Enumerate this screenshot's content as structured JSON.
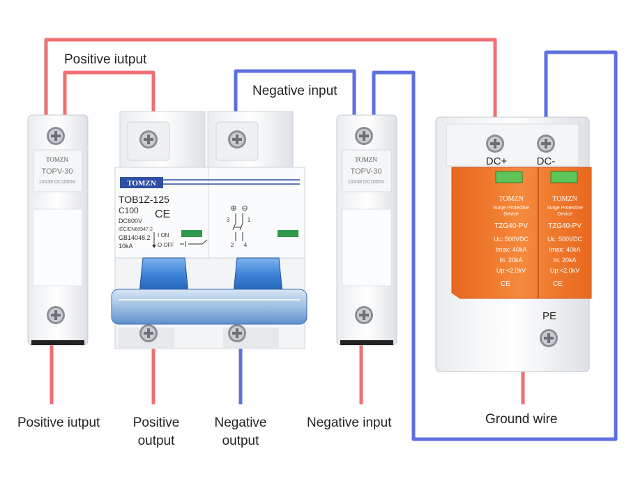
{
  "labels": {
    "top_positive_output": "Positive iutput",
    "top_negative_input": "Negative input",
    "bottom_positive_iutput": "Positive iutput",
    "bottom_positive_output_1": "Positive",
    "bottom_positive_output_2": "output",
    "bottom_negative_output_1": "Negative",
    "bottom_negative_output_2": "output",
    "bottom_negative_input": "Negative input",
    "ground_wire": "Ground wire"
  },
  "fuse_left": {
    "brand": "TOMZN",
    "model": "TOPV-30",
    "spec": "10X38 DC1000V"
  },
  "fuse_right": {
    "brand": "TOMZN",
    "model": "TOPV-30",
    "spec": "10X38 DC1000V"
  },
  "breaker": {
    "brand": "TOMZN",
    "model": "TOB1Z-125",
    "rating": "C100",
    "voltage": "DC600V",
    "standard1": "IEC/EN60947-2",
    "standard2": "GB14048.2",
    "capacity": "10kA",
    "on_label": "I ON",
    "off_label": "O OFF",
    "ce": "CE",
    "term_plus": "⊕",
    "term_minus": "⊖",
    "pin_3": "3",
    "pin_1": "1",
    "pin_2": "2",
    "pin_4": "4"
  },
  "spd": {
    "terminal_plus": "DC+",
    "terminal_minus": "DC-",
    "terminal_pe": "PE",
    "modules": [
      {
        "brand": "TOMZN",
        "sub1": "Surge Protective",
        "sub2": "Device",
        "model": "TZG40-PV",
        "uc": "Uc: 500VDC",
        "imax": "Imax: 40kA",
        "in": "In:   20kA",
        "up": "Up:<2.0kV",
        "ce": "CE"
      },
      {
        "brand": "TOMZN",
        "sub1": "Surge Protective",
        "sub2": "Device",
        "model": "TZG40-PV",
        "uc": "Uc: 500VDC",
        "imax": "Imax: 40kA",
        "in": "In:   20kA",
        "up": "Up:<2.0kV",
        "ce": "CE"
      }
    ]
  },
  "colors": {
    "positive_wire": "#ef6f73",
    "negative_wire": "#5e6fe0",
    "spd_orange": "#f0782f",
    "handle_blue": "#3b82d8",
    "status_green": "#2e9a4a"
  }
}
